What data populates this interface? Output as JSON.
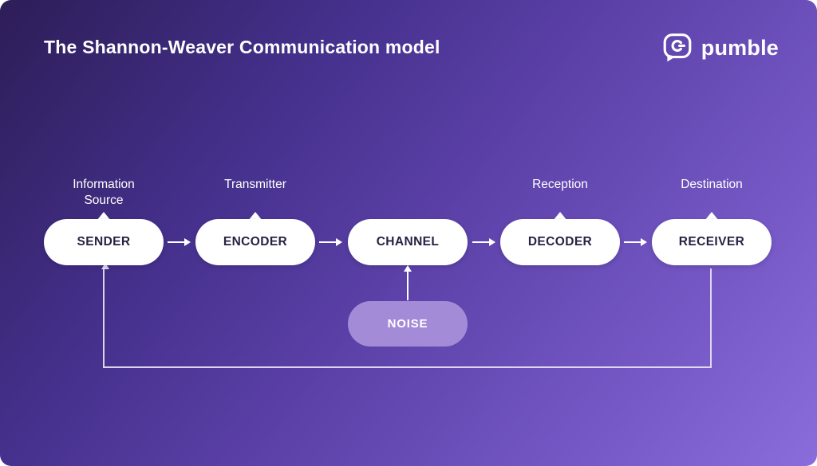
{
  "title": "The Shannon-Weaver Communication model",
  "brand": {
    "name": "pumble"
  },
  "colors": {
    "background_from": "#2d1d57",
    "background_to": "#8b6cdb",
    "node_background": "#ffffff",
    "node_text": "#272243",
    "noise_background": "#a48bd8",
    "noise_text": "#ffffff",
    "arrow": "#ffffff",
    "feedback_line": "#ece6fa",
    "label_text": "#ffffff"
  },
  "diagram": {
    "nodes": [
      {
        "label": "SENDER",
        "top_label": "Information\nSource"
      },
      {
        "label": "ENCODER",
        "top_label": "Transmitter"
      },
      {
        "label": "CHANNEL",
        "top_label": ""
      },
      {
        "label": "DECODER",
        "top_label": "Reception"
      },
      {
        "label": "RECEIVER",
        "top_label": "Destination"
      }
    ],
    "noise_label": "NOISE"
  }
}
